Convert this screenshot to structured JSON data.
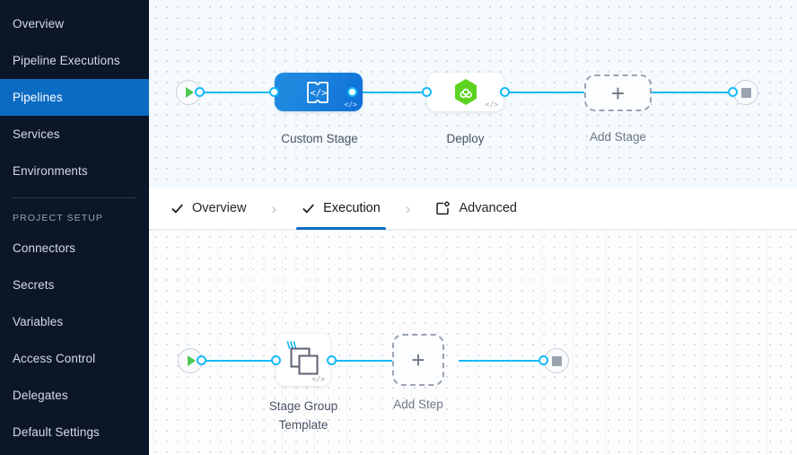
{
  "sidebar": {
    "items": [
      {
        "label": "Overview",
        "active": false
      },
      {
        "label": "Pipeline Executions",
        "active": false
      },
      {
        "label": "Pipelines",
        "active": true
      },
      {
        "label": "Services",
        "active": false
      },
      {
        "label": "Environments",
        "active": false
      }
    ],
    "section_title": "PROJECT SETUP",
    "setup_items": [
      {
        "label": "Connectors"
      },
      {
        "label": "Secrets"
      },
      {
        "label": "Variables"
      },
      {
        "label": "Access Control"
      },
      {
        "label": "Delegates"
      },
      {
        "label": "Default Settings"
      }
    ],
    "colors": {
      "background": "#0b1628",
      "active": "#0b6bc3",
      "text": "#d9dae5"
    }
  },
  "tabs": {
    "items": [
      {
        "label": "Overview",
        "icon": "check-icon",
        "active": false
      },
      {
        "label": "Execution",
        "icon": "check-icon",
        "active": true
      },
      {
        "label": "Advanced",
        "icon": "advanced-settings-icon",
        "active": false
      }
    ],
    "separator": "›",
    "active_color": "#0b6bc3"
  },
  "stage_canvas": {
    "start_node": {
      "icon": "play-icon",
      "name": "pipeline-start"
    },
    "end_node": {
      "icon": "stop-icon",
      "name": "pipeline-end"
    },
    "nodes": [
      {
        "label": "Custom Stage",
        "icon": "custom-stage-icon",
        "type": "custom",
        "badge": "</>"
      },
      {
        "label": "Deploy",
        "icon": "deploy-hexagon-icon",
        "type": "deploy",
        "badge": "</>"
      },
      {
        "label": "Add Stage",
        "icon": "plus-icon",
        "type": "add",
        "badge": "+"
      }
    ]
  },
  "step_canvas": {
    "start_node": {
      "icon": "play-icon",
      "name": "execution-start"
    },
    "end_node": {
      "icon": "stop-icon",
      "name": "execution-end"
    },
    "nodes": [
      {
        "label": "Stage Group\nTemplate",
        "icon": "stage-group-template-icon",
        "type": "template",
        "badge": "</>"
      },
      {
        "label": "Add Step",
        "icon": "plus-icon",
        "type": "add",
        "badge": "+"
      }
    ]
  },
  "colors": {
    "link": "#17b9f7",
    "play": "#4dc952",
    "stop": "#9aa2ae",
    "deploy_green": "#5bd320",
    "custom_blue": "#0e6fd8"
  }
}
